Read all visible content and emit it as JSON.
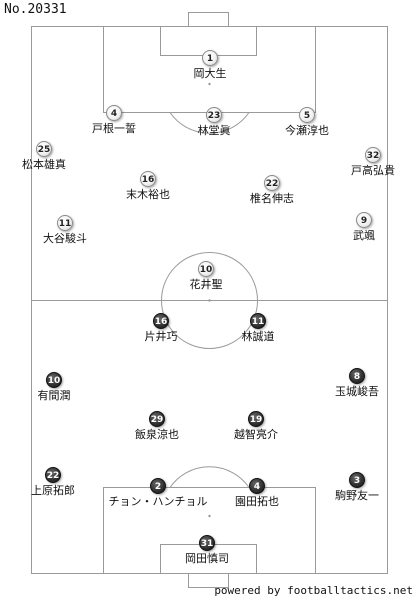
{
  "title": "No.20331",
  "credit": "powered by footballtactics.net",
  "colors": {
    "line": "#9a9a9a",
    "home_marker": "#ffffff",
    "away_marker": "#2e2e2e"
  },
  "home_team": [
    {
      "number": "1",
      "name": "岡大生"
    },
    {
      "number": "4",
      "name": "戸根一誓"
    },
    {
      "number": "23",
      "name": "林堂眞"
    },
    {
      "number": "5",
      "name": "今瀬淳也"
    },
    {
      "number": "25",
      "name": "松本雄真"
    },
    {
      "number": "32",
      "name": "戸高弘貴"
    },
    {
      "number": "16",
      "name": "末木裕也"
    },
    {
      "number": "22",
      "name": "椎名伸志"
    },
    {
      "number": "11",
      "name": "大谷駿斗"
    },
    {
      "number": "9",
      "name": "武颯"
    },
    {
      "number": "10",
      "name": "花井聖"
    }
  ],
  "away_team": [
    {
      "number": "16",
      "name": "片井巧"
    },
    {
      "number": "11",
      "name": "林誠道"
    },
    {
      "number": "10",
      "name": "有間潤"
    },
    {
      "number": "8",
      "name": "玉城峻吾"
    },
    {
      "number": "29",
      "name": "飯泉涼也"
    },
    {
      "number": "19",
      "name": "越智亮介"
    },
    {
      "number": "22",
      "name": "上原拓郎"
    },
    {
      "number": "3",
      "name": "駒野友一"
    },
    {
      "number": "2",
      "name": "チョン・ハンチョル"
    },
    {
      "number": "4",
      "name": "園田拓也"
    },
    {
      "number": "31",
      "name": "岡田慎司"
    }
  ]
}
